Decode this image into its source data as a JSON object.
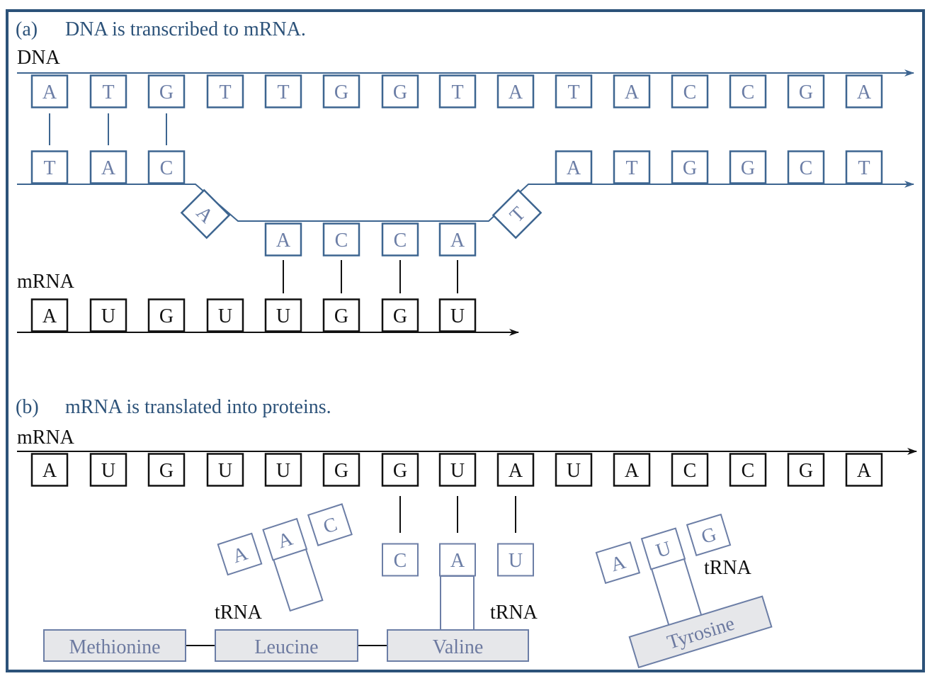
{
  "colors": {
    "frame": "#2c5279",
    "dna": "#3d6590",
    "text_blue": "#2c5279",
    "black": "#111111",
    "trna": "#6c7ea6",
    "protein_fill": "#e6e7ea",
    "protein_text": "#6d7aa0"
  },
  "part_a": {
    "label": "(a)",
    "title": "DNA is transcribed to mRNA.",
    "dna_label": "DNA",
    "template_strand": [
      "A",
      "T",
      "G",
      "T",
      "T",
      "G",
      "G",
      "T",
      "A",
      "T",
      "A",
      "C",
      "C",
      "G",
      "A"
    ],
    "coding_left": [
      "T",
      "A",
      "C"
    ],
    "bubble_left": "A",
    "bubble_bases": [
      "A",
      "C",
      "C",
      "A"
    ],
    "bubble_right": "T",
    "coding_right": [
      "A",
      "T",
      "G",
      "G",
      "C",
      "T"
    ],
    "mrna_label": "mRNA",
    "mrna_strand": [
      "A",
      "U",
      "G",
      "U",
      "U",
      "G",
      "G",
      "U"
    ]
  },
  "part_b": {
    "label": "(b)",
    "title": "mRNA is translated into proteins.",
    "mrna_label": "mRNA",
    "mrna_strand": [
      "A",
      "U",
      "G",
      "U",
      "U",
      "G",
      "G",
      "U",
      "A",
      "U",
      "A",
      "C",
      "C",
      "G",
      "A"
    ],
    "trna_left": {
      "anticodon": [
        "A",
        "A",
        "C"
      ],
      "label": "tRNA"
    },
    "trna_mid": {
      "anticodon": [
        "C",
        "A",
        "U"
      ],
      "label": "tRNA"
    },
    "trna_right": {
      "anticodon": [
        "A",
        "U",
        "G"
      ],
      "label": "tRNA",
      "amino_acid": "Tyrosine"
    },
    "protein_chain": [
      "Methionine",
      "Leucine",
      "Valine"
    ]
  }
}
